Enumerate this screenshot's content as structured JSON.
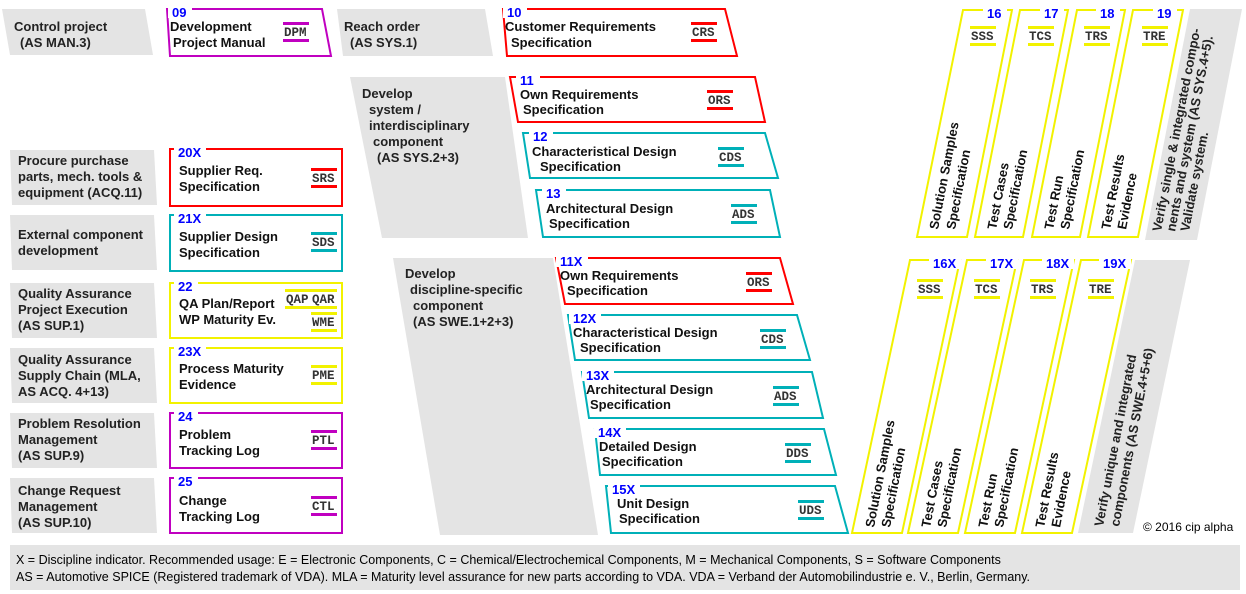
{
  "colors": {
    "red": "#ff0000",
    "teal": "#00b0b8",
    "yellow": "#f2f200",
    "purple": "#c000c0",
    "gray": "#e4e4e4",
    "number": "#0000ff"
  },
  "processes": [
    {
      "id": "man3",
      "lines": [
        "Control project",
        "(AS MAN.3)"
      ]
    },
    {
      "id": "sys1",
      "lines": [
        "Reach order",
        "(AS SYS.1)"
      ]
    },
    {
      "id": "sys23",
      "lines": [
        "Develop",
        "system /",
        "interdisciplinary",
        "component",
        "(AS SYS.2+3)"
      ]
    },
    {
      "id": "swe123",
      "lines": [
        "Develop",
        "discipline-specific",
        "component",
        "(AS SWE.1+2+3)"
      ]
    },
    {
      "id": "acq11",
      "lines": [
        "Procure purchase",
        "parts, mech. tools &",
        "equipment (ACQ.11)"
      ]
    },
    {
      "id": "ext",
      "lines": [
        "External component",
        "development"
      ]
    },
    {
      "id": "sup1",
      "lines": [
        "Quality Assurance",
        "Project Execution",
        "(AS SUP.1)"
      ]
    },
    {
      "id": "acq4",
      "lines": [
        "Quality Assurance",
        "Supply Chain (MLA,",
        "AS ACQ. 4+13)"
      ]
    },
    {
      "id": "sup9",
      "lines": [
        "Problem Resolution",
        "Management",
        "(AS SUP.9)"
      ]
    },
    {
      "id": "sup10",
      "lines": [
        "Change Request",
        "Management",
        "(AS SUP.10)"
      ]
    },
    {
      "id": "sys45",
      "lines": [
        "Verify single & integrated compo-",
        "nents and system (AS SYS.4+5).",
        "Validate system."
      ]
    },
    {
      "id": "swe456",
      "lines": [
        "Verify unique and integrated",
        "components (AS SWE.4+5+6)"
      ]
    }
  ],
  "work_products": [
    {
      "id": "wp09",
      "num": "09",
      "lines": [
        "Development",
        "Project Manual"
      ],
      "codes": [
        "DPM"
      ],
      "color": "purple"
    },
    {
      "id": "wp10",
      "num": "10",
      "lines": [
        "Customer Requirements",
        "Specification"
      ],
      "codes": [
        "CRS"
      ],
      "color": "red"
    },
    {
      "id": "wp11",
      "num": "11",
      "lines": [
        "Own Requirements",
        "Specification"
      ],
      "codes": [
        "ORS"
      ],
      "color": "red"
    },
    {
      "id": "wp12",
      "num": "12",
      "lines": [
        "Characteristical Design",
        "Specification"
      ],
      "codes": [
        "CDS"
      ],
      "color": "teal"
    },
    {
      "id": "wp13",
      "num": "13",
      "lines": [
        "Architectural Design",
        "Specification"
      ],
      "codes": [
        "ADS"
      ],
      "color": "teal"
    },
    {
      "id": "wp20x",
      "num": "20X",
      "lines": [
        "Supplier Req.",
        "Specification"
      ],
      "codes": [
        "SRS"
      ],
      "color": "red"
    },
    {
      "id": "wp21x",
      "num": "21X",
      "lines": [
        "Supplier Design",
        "Specification"
      ],
      "codes": [
        "SDS"
      ],
      "color": "teal"
    },
    {
      "id": "wp22",
      "num": "22",
      "lines": [
        "QA Plan/Report",
        "WP Maturity Ev."
      ],
      "codes": [
        "QAP",
        "QAR",
        "WME"
      ],
      "color": "yellow"
    },
    {
      "id": "wp23x",
      "num": "23X",
      "lines": [
        "Process Maturity",
        "Evidence"
      ],
      "codes": [
        "PME"
      ],
      "color": "yellow"
    },
    {
      "id": "wp24",
      "num": "24",
      "lines": [
        "Problem",
        "Tracking Log"
      ],
      "codes": [
        "PTL"
      ],
      "color": "purple"
    },
    {
      "id": "wp25",
      "num": "25",
      "lines": [
        "Change",
        "Tracking Log"
      ],
      "codes": [
        "CTL"
      ],
      "color": "purple"
    },
    {
      "id": "wp11x",
      "num": "11X",
      "lines": [
        "Own Requirements",
        "Specification"
      ],
      "codes": [
        "ORS"
      ],
      "color": "red"
    },
    {
      "id": "wp12x",
      "num": "12X",
      "lines": [
        "Characteristical Design",
        "Specification"
      ],
      "codes": [
        "CDS"
      ],
      "color": "teal"
    },
    {
      "id": "wp13x",
      "num": "13X",
      "lines": [
        "Architectural Design",
        "Specification"
      ],
      "codes": [
        "ADS"
      ],
      "color": "teal"
    },
    {
      "id": "wp14x",
      "num": "14X",
      "lines": [
        "Detailed Design",
        "Specification"
      ],
      "codes": [
        "DDS"
      ],
      "color": "teal"
    },
    {
      "id": "wp15x",
      "num": "15X",
      "lines": [
        "Unit Design",
        "Specification"
      ],
      "codes": [
        "UDS"
      ],
      "color": "teal"
    },
    {
      "id": "wp16",
      "num": "16",
      "lines": [
        "Solution Samples",
        "Specification"
      ],
      "codes": [
        "SSS"
      ],
      "color": "yellow"
    },
    {
      "id": "wp17",
      "num": "17",
      "lines": [
        "Test Cases",
        "Specification"
      ],
      "codes": [
        "TCS"
      ],
      "color": "yellow"
    },
    {
      "id": "wp18",
      "num": "18",
      "lines": [
        "Test Run",
        "Specification"
      ],
      "codes": [
        "TRS"
      ],
      "color": "yellow"
    },
    {
      "id": "wp19",
      "num": "19",
      "lines": [
        "Test Results",
        "Evidence"
      ],
      "codes": [
        "TRE"
      ],
      "color": "yellow"
    },
    {
      "id": "wp16x",
      "num": "16X",
      "lines": [
        "Solution Samples",
        "Specification"
      ],
      "codes": [
        "SSS"
      ],
      "color": "yellow"
    },
    {
      "id": "wp17x",
      "num": "17X",
      "lines": [
        "Test Cases",
        "Specification"
      ],
      "codes": [
        "TCS"
      ],
      "color": "yellow"
    },
    {
      "id": "wp18x",
      "num": "18X",
      "lines": [
        "Test Run",
        "Specification"
      ],
      "codes": [
        "TRS"
      ],
      "color": "yellow"
    },
    {
      "id": "wp19x",
      "num": "19X",
      "lines": [
        "Test Results",
        "Evidence"
      ],
      "codes": [
        "TRE"
      ],
      "color": "yellow"
    }
  ],
  "copyright": "© 2016 cip alpha",
  "footer": [
    "X = Discipline indicator.   Recommended usage: E = Electronic Components, C = Chemical/Electrochemical Components, M = Mechanical Components, S = Software Components",
    "AS = Automotive SPICE (Registered trademark of VDA).   MLA = Maturity level assurance for new parts according to VDA.   VDA = Verband der Automobilindustrie e. V., Berlin, Germany."
  ]
}
